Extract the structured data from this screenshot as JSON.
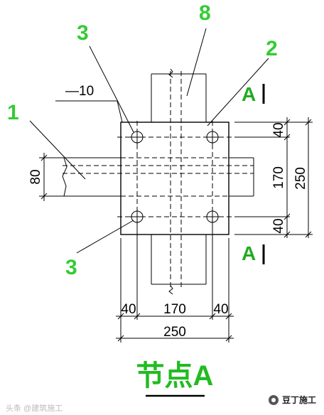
{
  "title": "节点A",
  "callouts": {
    "c1": "1",
    "c2": "2",
    "c3_top": "3",
    "c3_bottom": "3",
    "c8": "8"
  },
  "plate_thickness": "—10",
  "section_labels": {
    "top": "A",
    "bottom": "A"
  },
  "dimensions": {
    "left_height": "80",
    "right_top": "40",
    "right_mid": "170",
    "right_bottom": "40",
    "right_total": "250",
    "bottom_left": "40",
    "bottom_mid": "170",
    "bottom_right": "40",
    "bottom_total": "250"
  },
  "watermark": {
    "left": "头条 @建筑施工",
    "right": "豆丁施工"
  },
  "colors": {
    "callout": "#33cc33",
    "title": "#22bb22",
    "line": "#000000"
  }
}
